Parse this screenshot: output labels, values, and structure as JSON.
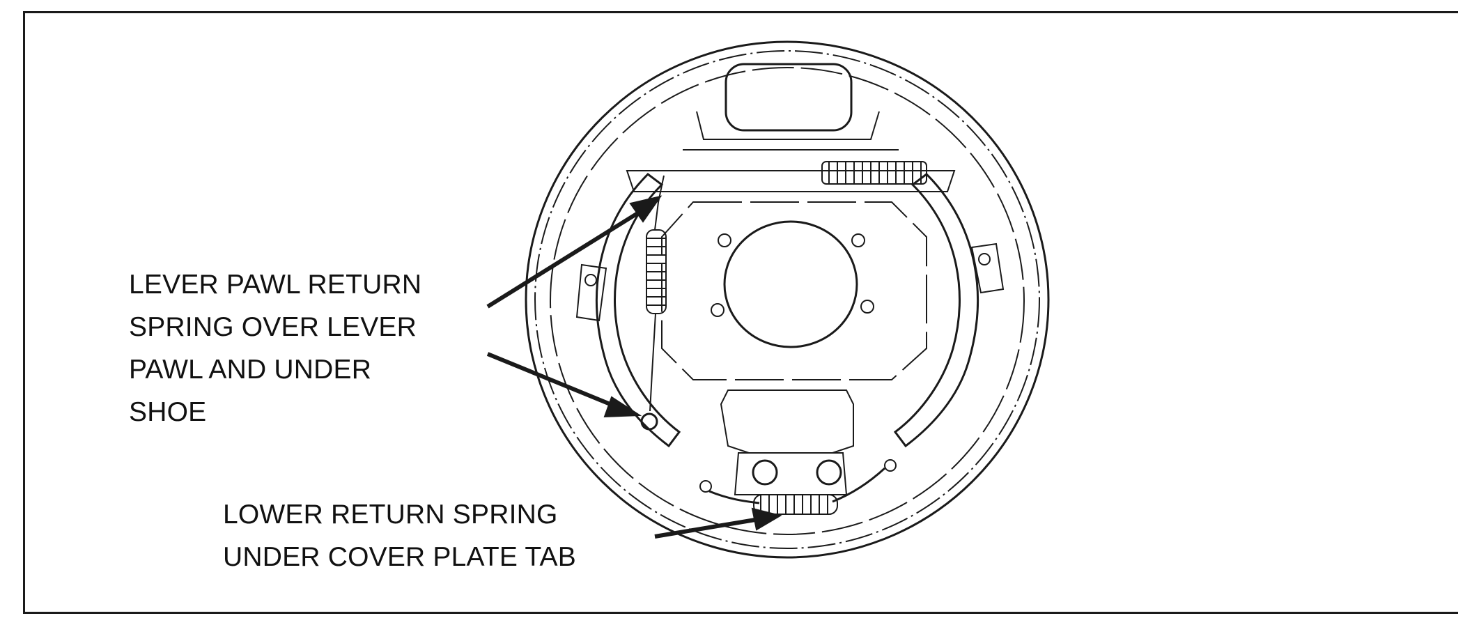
{
  "callouts": {
    "lever_pawl": {
      "lines": [
        "LEVER PAWL RETURN",
        "SPRING OVER LEVER",
        "PAWL AND UNDER",
        "SHOE"
      ]
    },
    "lower_spring": {
      "lines": [
        "LOWER RETURN SPRING",
        "UNDER COVER PLATE TAB"
      ]
    }
  },
  "colors": {
    "line": "#1a1a1a",
    "background": "#ffffff"
  }
}
